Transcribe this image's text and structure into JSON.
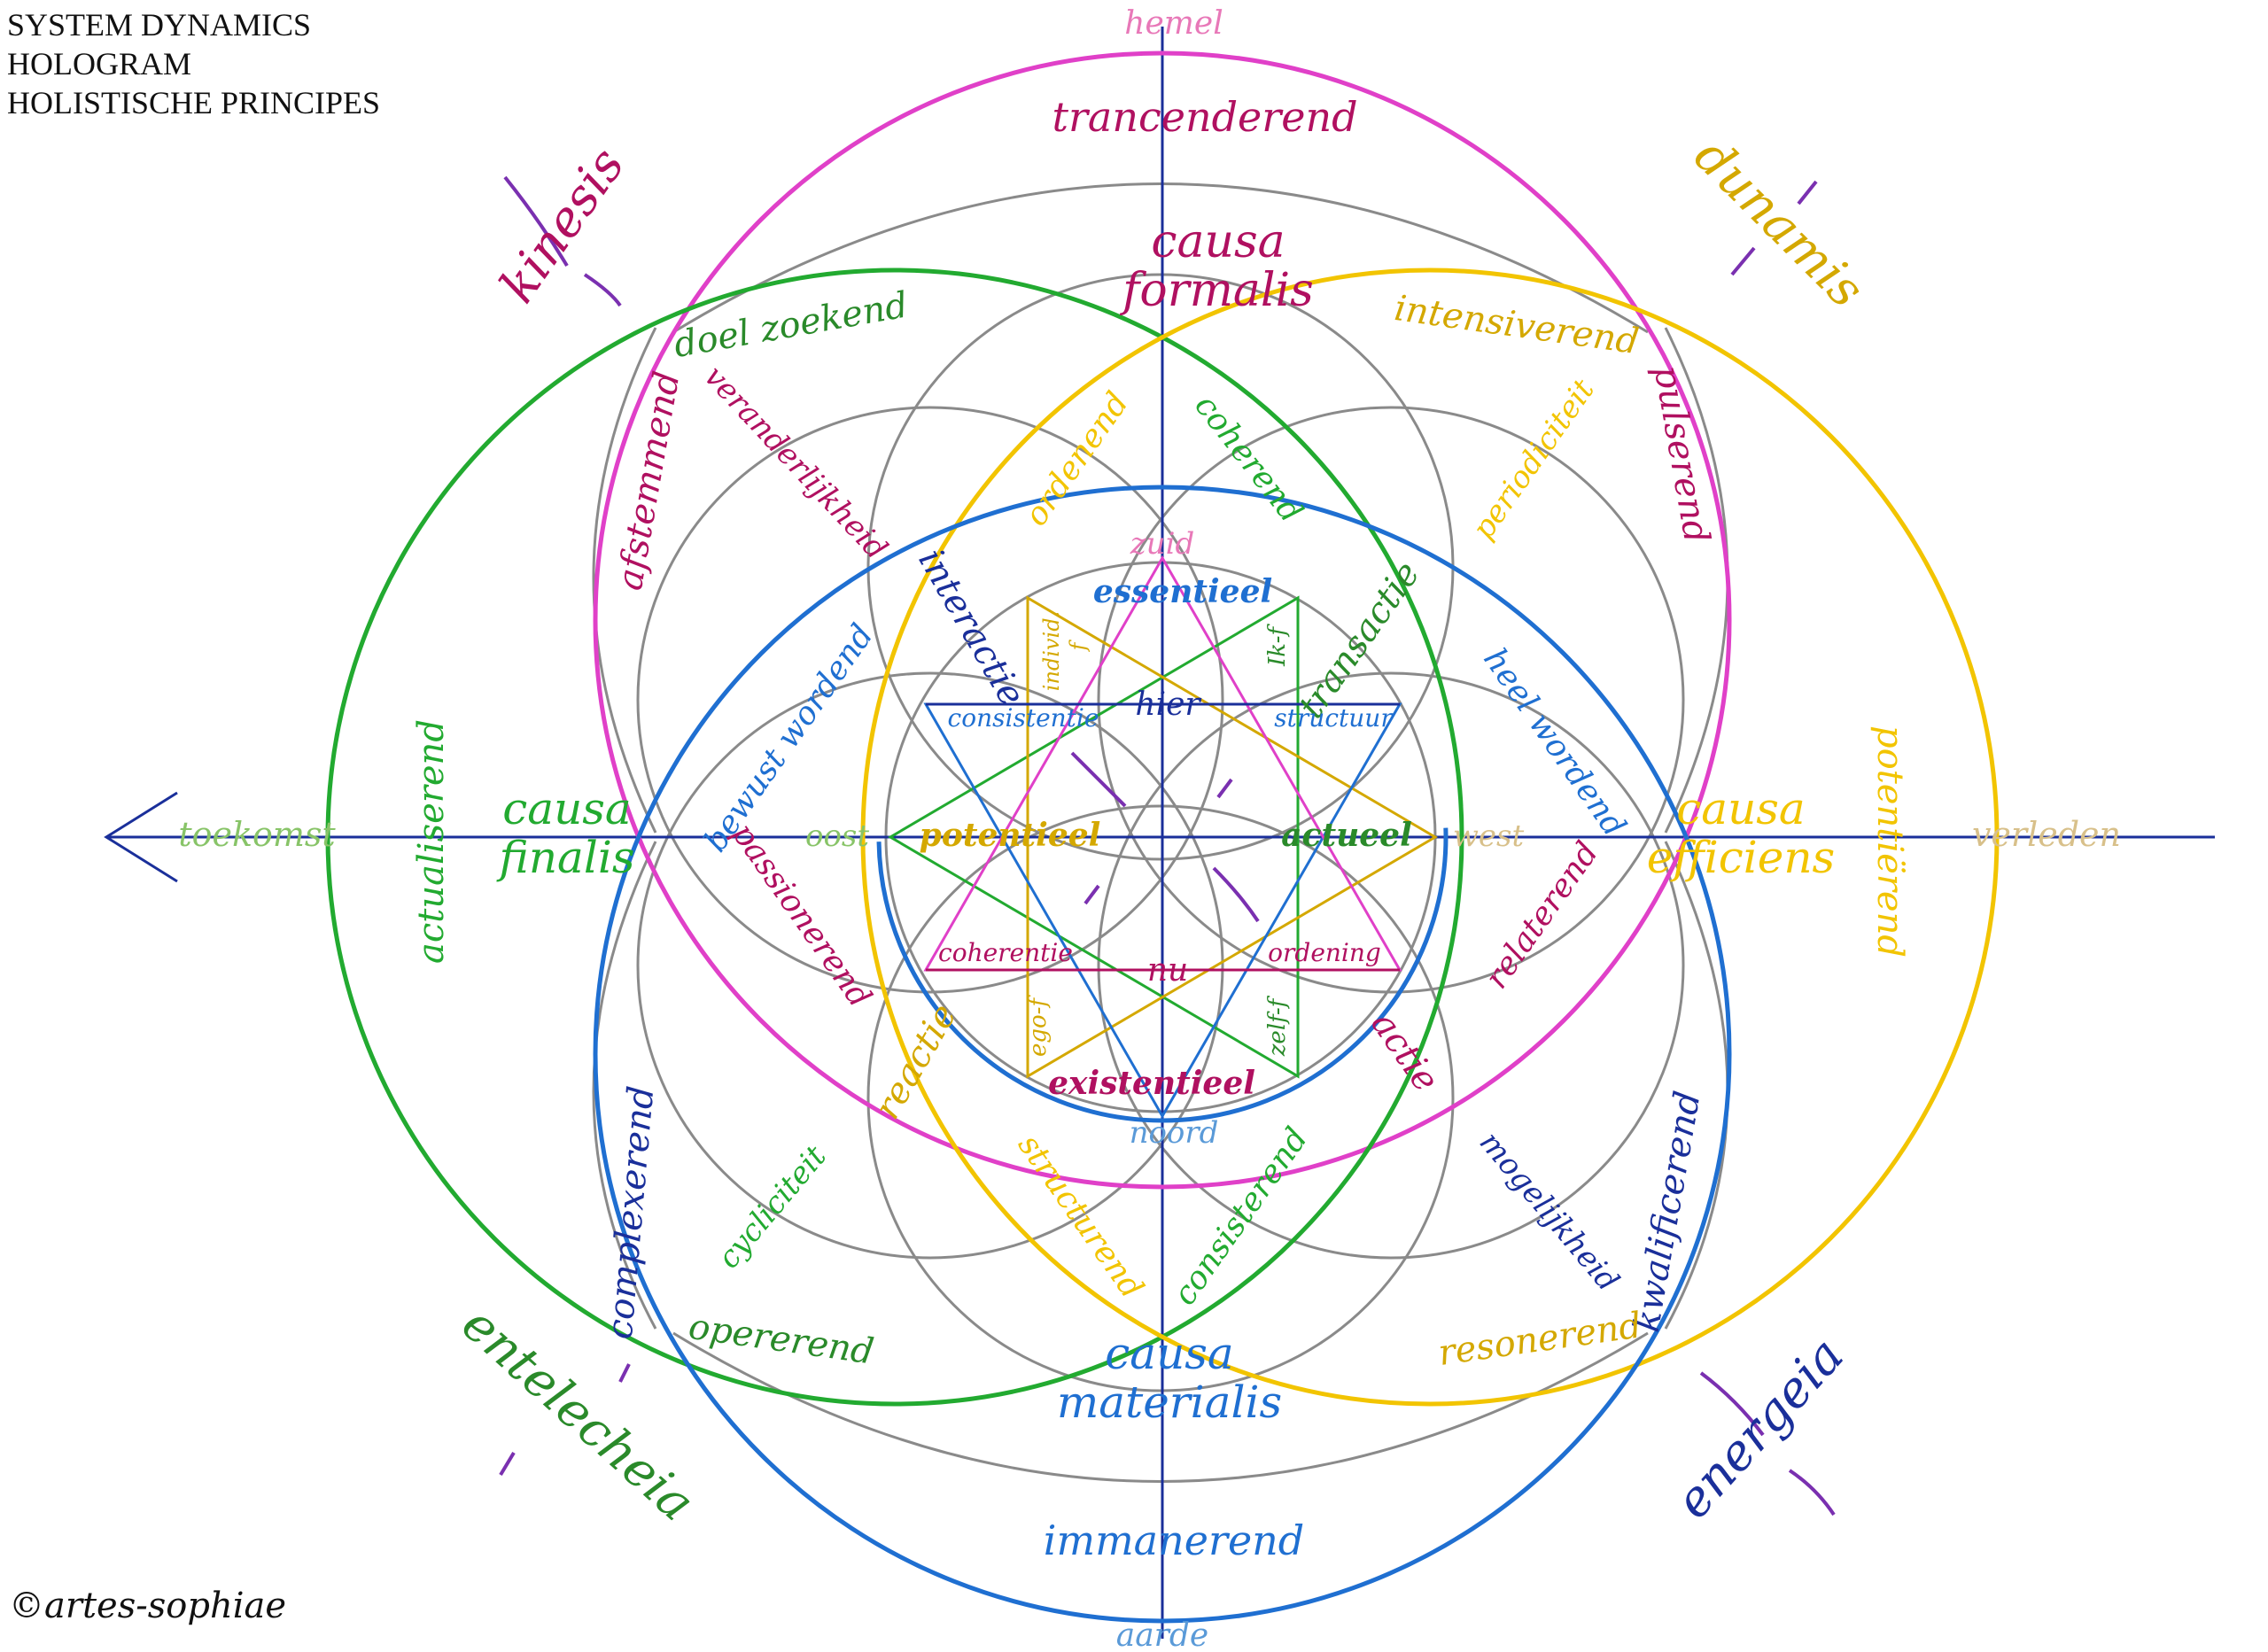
{
  "header": {
    "line1": "SYSTEM DYNAMICS",
    "line2": "HOLOGRAM",
    "line3": "HOLISTISCHE PRINCIPES"
  },
  "copyright": "©artes-sophiae",
  "colors": {
    "magenta": "#e040c8",
    "crimson": "#b01060",
    "green": "#22aa30",
    "dark_green": "#2a8a2a",
    "yellow": "#f2c400",
    "mustard": "#d4a800",
    "blue": "#1f6fd1",
    "navy": "#1a2f9a",
    "grey": "#8a8a8a",
    "pink": "#e878b8",
    "light_blue": "#5a9ad8",
    "light_green": "#88c468",
    "beige": "#d8c08a",
    "purple": "#7a30b0"
  },
  "labels": {
    "hemel": "hemel",
    "aarde": "aarde",
    "trancenderend": "trancenderend",
    "immanerend": "immanerend",
    "causa": "causa",
    "formalis": "formalis",
    "finalis": "finalis",
    "efficiens": "efficiens",
    "materialis": "materialis",
    "kinesis": "kinesis",
    "dunamis": "dunamis",
    "entelecheia": "entelecheia",
    "energeia": "energeia",
    "toekomst": "toekomst",
    "verleden": "verleden",
    "doel_zoekend": "doel zoekend",
    "intensiverend": "intensiverend",
    "opererend": "opererend",
    "resonerend": "resonerend",
    "afstemmend": "afstemmend",
    "pulserend": "pulserend",
    "actualiserend": "actualiserend",
    "potentierend": "potentiërend",
    "complexerend": "complexerend",
    "kwalificerend": "kwalificerend",
    "veranderlijkheid": "veranderlijkheid",
    "periodiciteit": "periodiciteit",
    "cycliciteit": "cycliciteit",
    "mogelijkheid": "mogelijkheid",
    "ordenend": "ordenend",
    "coherend": "coherend",
    "structurend": "structurend",
    "consisterend": "consisterend",
    "interactie": "interactie",
    "transactie": "transactie",
    "reactie": "reactie",
    "actie": "actie",
    "bewust_wordend": "bewust wordend",
    "heel_wordend": "heel wordend",
    "passionerend": "passionerend",
    "relaterend": "relaterend",
    "zuid": "zuid",
    "noord": "noord",
    "oost": "oost",
    "west": "west",
    "essentieel": "essentieel",
    "existentieel": "existentieel",
    "potentieel": "potentieel",
    "actueel": "actueel",
    "hier": "hier",
    "nu": "nu",
    "consistentie": "consistentie",
    "structuur": "structuur",
    "coherentie": "coherentie",
    "ordening": "ordening",
    "individ": "individ.",
    "f": "f",
    "ik_f": "Ik-f",
    "ego_f": "ego-f",
    "zelf_f": "zelf-f"
  }
}
